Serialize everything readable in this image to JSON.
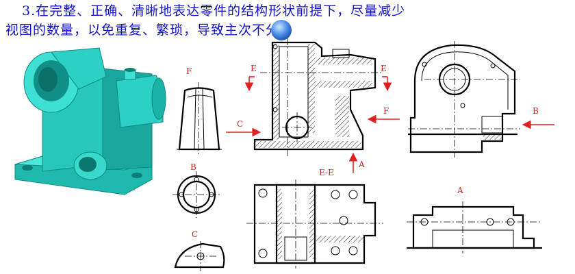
{
  "title": {
    "line1": "3.在完整、正确、清晰地表达零件的结构形状前提下，尽量减少",
    "line2": "视图的数量，以免重复、繁琐，导致主次不分。"
  },
  "labels": {
    "view_f": "F",
    "view_b": "B",
    "view_c": "C",
    "section_e_left": "E",
    "section_e_right": "E",
    "arrow_c": "C",
    "arrow_f": "F",
    "arrow_b": "B",
    "arrow_a": "A",
    "section_ee": "E-E",
    "view_a": "A"
  },
  "colors": {
    "title_text": "#1414c8",
    "label_red": "#d42020",
    "model_cyan": "#2fd3c8",
    "pointer_blue": "#4a8ee8"
  }
}
